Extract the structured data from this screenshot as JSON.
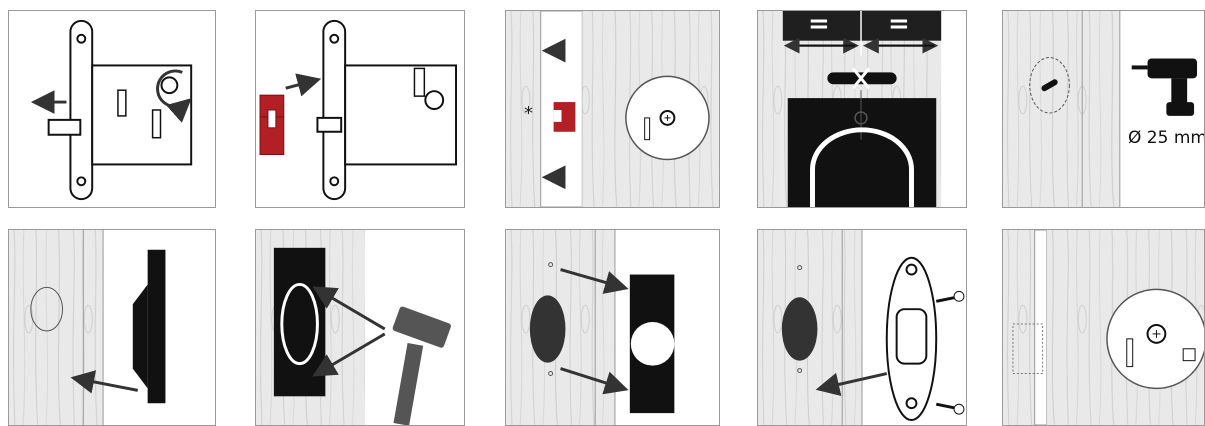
{
  "panels": [
    {
      "id": "p1",
      "step": "remove-latch-from-lock"
    },
    {
      "id": "p2",
      "step": "insert-red-adapter"
    },
    {
      "id": "p3",
      "step": "position-on-door-edge",
      "asterisk": "*"
    },
    {
      "id": "p4",
      "step": "center-mark",
      "equal_left": "=",
      "equal_right": "="
    },
    {
      "id": "p5",
      "step": "drill-hole",
      "drill_size": "Ø 25 mm"
    },
    {
      "id": "p6",
      "step": "place-template"
    },
    {
      "id": "p7",
      "step": "hammer-template"
    },
    {
      "id": "p8",
      "step": "attach-plate"
    },
    {
      "id": "p9",
      "step": "mount-strike-with-screws"
    },
    {
      "id": "p10",
      "step": "final-assembly"
    }
  ],
  "colors": {
    "frame": "#9a9a9a",
    "wood": "#e6e6e6",
    "wood_grain": "#c8c8c8",
    "red": "#b21f24",
    "black": "#1a1a1a",
    "arrow": "#333333"
  }
}
